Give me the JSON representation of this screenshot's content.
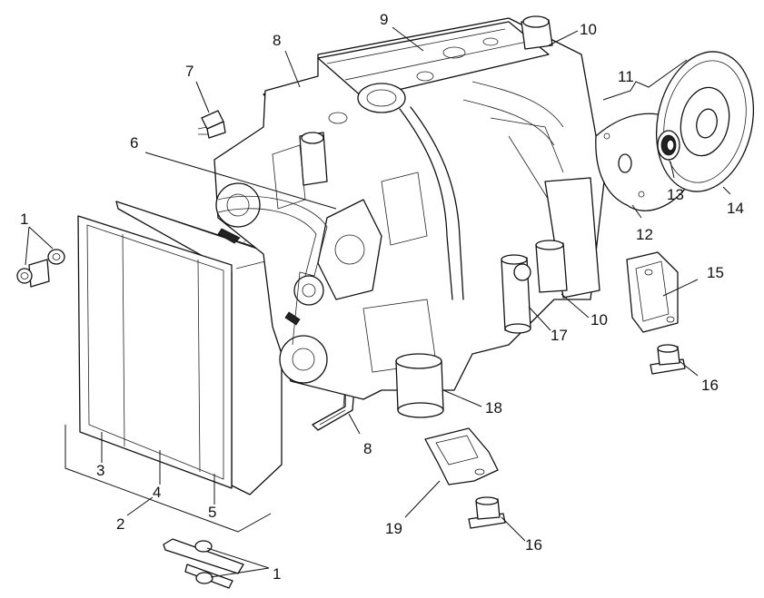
{
  "callouts": [
    {
      "id": "c1a",
      "label": "1"
    },
    {
      "id": "c1b",
      "label": "1"
    },
    {
      "id": "c2",
      "label": "2"
    },
    {
      "id": "c3",
      "label": "3"
    },
    {
      "id": "c4",
      "label": "4"
    },
    {
      "id": "c5",
      "label": "5"
    },
    {
      "id": "c6",
      "label": "6"
    },
    {
      "id": "c7",
      "label": "7"
    },
    {
      "id": "c8a",
      "label": "8"
    },
    {
      "id": "c8b",
      "label": "8"
    },
    {
      "id": "c9",
      "label": "9"
    },
    {
      "id": "c10a",
      "label": "10"
    },
    {
      "id": "c10b",
      "label": "10"
    },
    {
      "id": "c11",
      "label": "11"
    },
    {
      "id": "c12",
      "label": "12"
    },
    {
      "id": "c13",
      "label": "13"
    },
    {
      "id": "c14",
      "label": "14"
    },
    {
      "id": "c15",
      "label": "15"
    },
    {
      "id": "c16a",
      "label": "16"
    },
    {
      "id": "c16b",
      "label": "16"
    },
    {
      "id": "c17",
      "label": "17"
    },
    {
      "id": "c18",
      "label": "18"
    },
    {
      "id": "c19",
      "label": "19"
    }
  ]
}
